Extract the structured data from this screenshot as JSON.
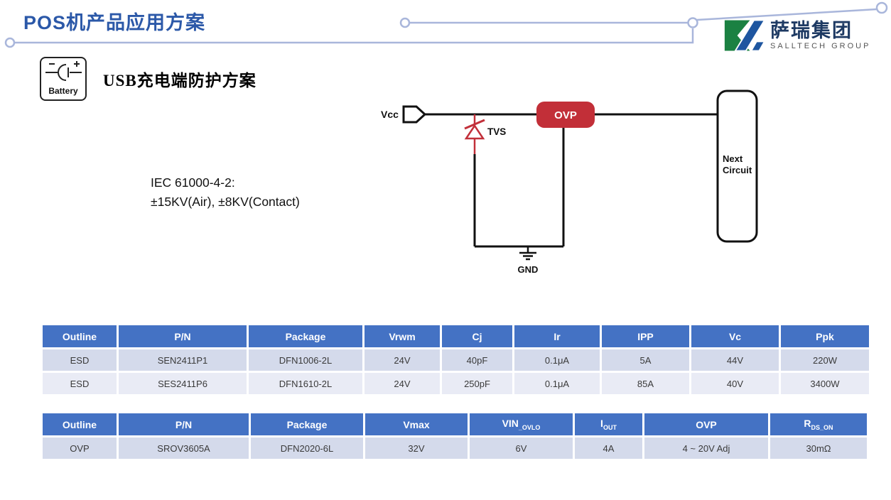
{
  "slide": {
    "title": "POS机产品应用方案",
    "logo": {
      "cn": "萨瑞集团",
      "en": "SALLTECH GROUP"
    },
    "section": {
      "icon_label": "Battery",
      "heading": "USB充电端防护方案"
    },
    "standard": {
      "line1": "IEC 61000-4-2:",
      "line2": "±15KV(Air), ±8KV(Contact)"
    },
    "diagram": {
      "vcc": "Vcc",
      "tvs": "TVS",
      "ovp": "OVP",
      "next_line1": "Next",
      "next_line2": "Circuit",
      "gnd": "GND"
    },
    "colors": {
      "title_blue": "#2B58A8",
      "table_header_blue": "#4472C4",
      "row_odd": "#D4DAEB",
      "row_even": "#E9EBF5",
      "diagram_red": "#C2303A",
      "decor_line": "#A9B6DB",
      "logo_green": "#1B8142",
      "logo_blue": "#1E56A0"
    },
    "table1": {
      "headers": [
        "Outline",
        "P/N",
        "Package",
        "Vrwm",
        "Cj",
        "Ir",
        "IPP",
        "Vc",
        "Ppk"
      ],
      "rows": [
        [
          "ESD",
          "SEN2411P1",
          "DFN1006-2L",
          "24V",
          "40pF",
          "0.1μA",
          "5A",
          "44V",
          "220W"
        ],
        [
          "ESD",
          "SES2411P6",
          "DFN1610-2L",
          "24V",
          "250pF",
          "0.1μA",
          "85A",
          "40V",
          "3400W"
        ]
      ]
    },
    "table2": {
      "headers": [
        {
          "t": "Outline"
        },
        {
          "t": "P/N"
        },
        {
          "t": "Package"
        },
        {
          "t": "Vmax"
        },
        {
          "t": "VIN",
          "sub": "_OVLO"
        },
        {
          "t": "I",
          "sub": "OUT"
        },
        {
          "t": "OVP"
        },
        {
          "t": "R",
          "sub": "DS_ON"
        }
      ],
      "rows": [
        [
          "OVP",
          "SROV3605A",
          "DFN2020-6L",
          "32V",
          "6V",
          "4A",
          "4 ~ 20V Adj",
          "30mΩ"
        ]
      ]
    }
  }
}
